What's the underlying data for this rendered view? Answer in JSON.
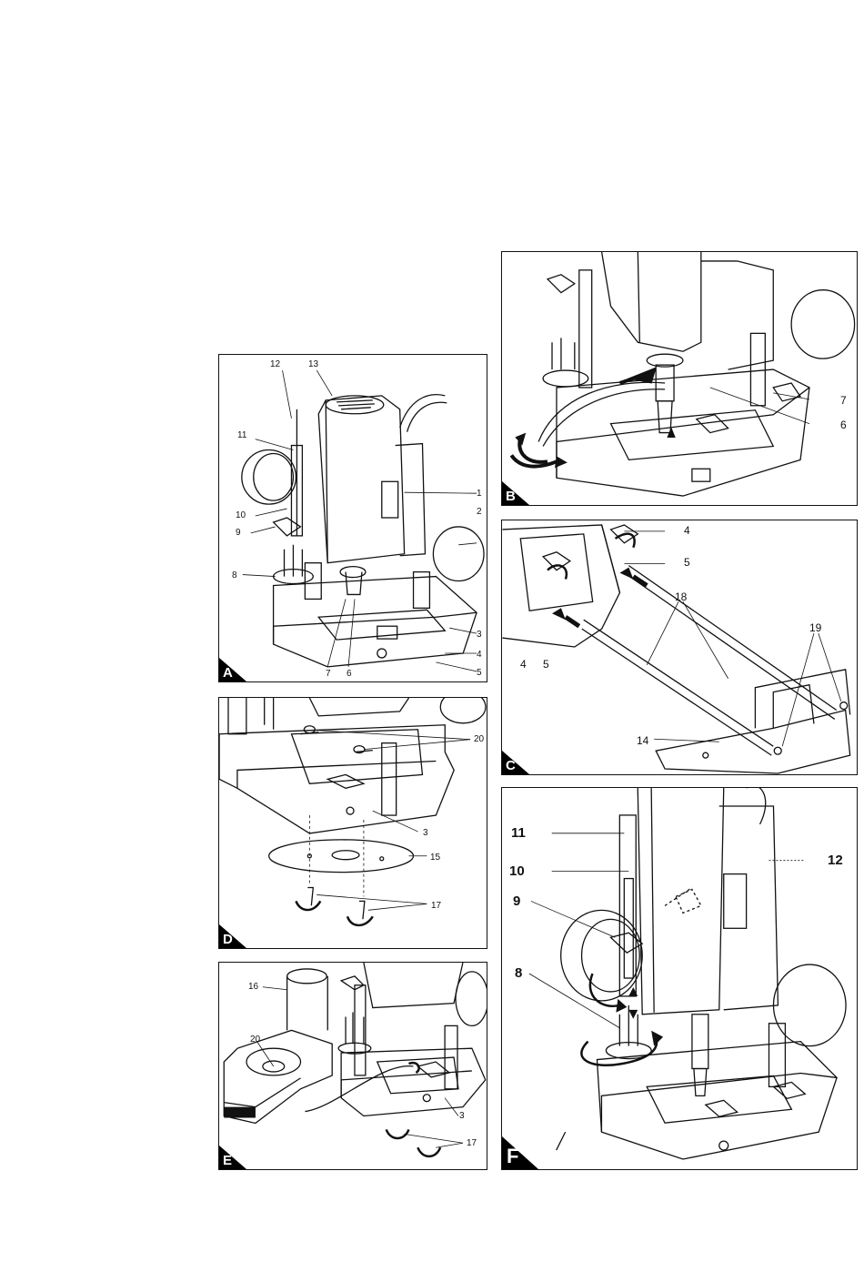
{
  "panels": {
    "A": {
      "letter": "A",
      "labels": {
        "n1": "1",
        "n2": "2",
        "n3": "3",
        "n4": "4",
        "n5": "5",
        "n6": "6",
        "n7": "7",
        "n8": "8",
        "n9": "9",
        "n10": "10",
        "n11": "11",
        "n12": "12",
        "n13": "13"
      }
    },
    "B": {
      "letter": "B",
      "labels": {
        "n6": "6",
        "n7": "7"
      }
    },
    "C": {
      "letter": "C",
      "labels": {
        "n4a": "4",
        "n5a": "5",
        "n4b": "4",
        "n5b": "5",
        "n14": "14",
        "n18": "18",
        "n19": "19"
      }
    },
    "D": {
      "letter": "D",
      "labels": {
        "n3": "3",
        "n15": "15",
        "n17": "17",
        "n20": "20"
      }
    },
    "E": {
      "letter": "E",
      "labels": {
        "n3": "3",
        "n16": "16",
        "n17": "17",
        "n20": "20"
      }
    },
    "F": {
      "letter": "F",
      "labels": {
        "n8": "8",
        "n9": "9",
        "n10": "10",
        "n11": "11",
        "n12": "12"
      }
    }
  }
}
